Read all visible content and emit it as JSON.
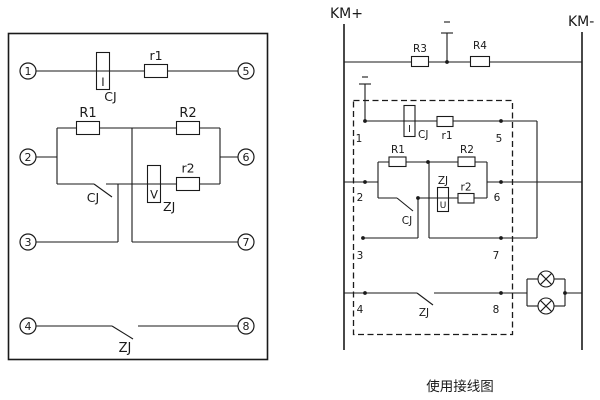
{
  "colors": {
    "line": "#1a1a1a",
    "background": "#ffffff"
  },
  "internal_diagram": {
    "terminals": {
      "t1": "1",
      "t2": "2",
      "t3": "3",
      "t4": "4",
      "t5": "5",
      "t6": "6",
      "t7": "7",
      "t8": "8"
    },
    "current_coil": {
      "symbol": "I",
      "label": "CJ"
    },
    "voltage_coil": {
      "symbol": "V",
      "label": "ZJ"
    },
    "resistors": {
      "r1": "r1",
      "R1": "R1",
      "R2": "R2",
      "r2": "r2"
    },
    "contacts": {
      "cj": "CJ",
      "zj": "ZJ"
    }
  },
  "wiring_diagram": {
    "bus_positive": "KM+",
    "bus_negative": "KM-",
    "external_resistors": {
      "R3": "R3",
      "R4": "R4"
    },
    "terminals": {
      "t1": "1",
      "t2": "2",
      "t3": "3",
      "t4": "4",
      "t5": "5",
      "t6": "6",
      "t7": "7",
      "t8": "8"
    },
    "current_coil": {
      "symbol": "I",
      "label": "CJ"
    },
    "voltage_coil": {
      "symbol": "U",
      "label": "ZJ"
    },
    "resistors": {
      "r1": "r1",
      "R1": "R1",
      "R2": "R2",
      "r2": "r2"
    },
    "contacts": {
      "cj": "CJ",
      "zj": "ZJ"
    }
  },
  "caption": "使用接线图"
}
